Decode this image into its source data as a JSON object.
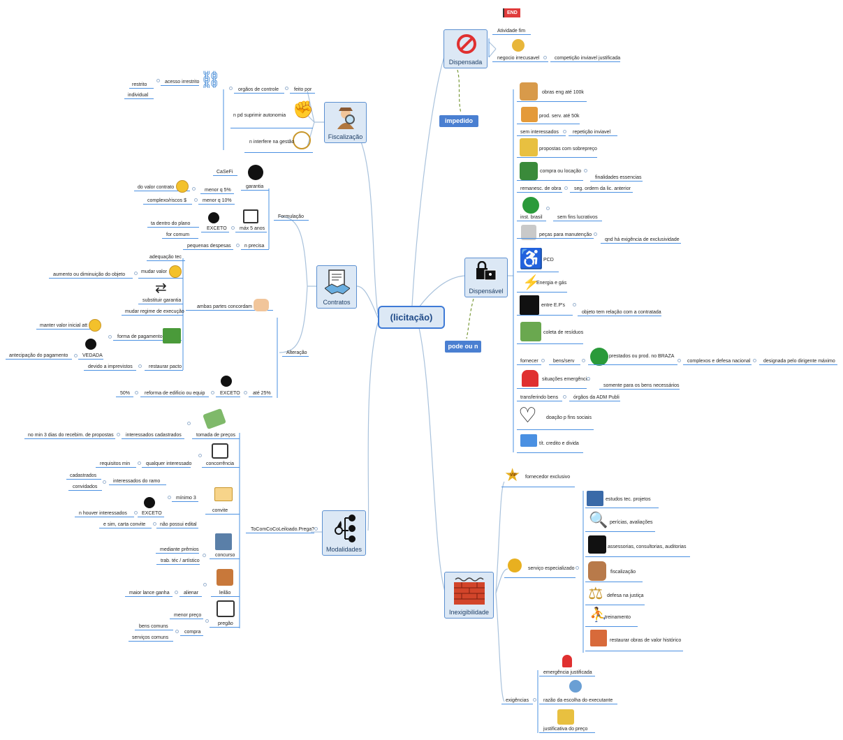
{
  "center": "(licitação)",
  "branches": {
    "dispensada": "Dispensada",
    "dispensavel": "Dispensável",
    "inexigibilidade": "Inexigibilidade",
    "fiscalizacao": "Fiscalização",
    "contratos": "Contratos",
    "modalidades": "Modalidades"
  },
  "tags": {
    "impedido": "impedido",
    "pode_ou_n": "pode ou n"
  },
  "dispensada": {
    "end_flag": "END",
    "atividade_fim": "Atividade fim",
    "negocio": "negocio irrecusavel",
    "competicao": "competição inviavel justificada"
  },
  "dispensavel": {
    "obras": "obras eng até 100k",
    "prod": "prod. serv. até 50k",
    "sem_interessados": "sem interessados",
    "repeticao": "repetição inviavel",
    "propostas": "propostas com sobrepreço",
    "compra": "compra ou locação",
    "finalidades": "finalidades essencias",
    "remanesc": "remanesc. de obra",
    "seg_ordem": "seg. ordem da lic. anterior",
    "inst_brasil": "inst. brasil",
    "sem_fins": "sem fins lucrativos",
    "pecas": "peças para manutenção",
    "qnd": "qnd há exigência de exclusividade",
    "pcd": "PCD",
    "energia": "Energia e gás",
    "entre_eps": "entre E.P's",
    "objeto": "objeto tem relação com a contratada",
    "coleta": "coleta de resíduos",
    "fornecer": "fornecer",
    "bens_serv": "bens/serv",
    "prestados": "prestados ou prod. no BRAZA",
    "complexos": "complexos e defesa nacional",
    "designada": "designada pelo dirigente máximo",
    "situacoes": "situações emergência",
    "somente": "somente para os bens necessários",
    "transferindo": "transferindo bens",
    "orgaos": "órgãos da ADM Publi",
    "doacao": "doação p fins sociais",
    "tit": "tít. credito e divida"
  },
  "inexigibilidade": {
    "fornecedor": "fornecedor exclusivo",
    "vip": "VIP",
    "servico": "serviço especializado",
    "estudos": "estudos tec. projetos",
    "pericias": "perícias, avaliações",
    "assessorias": "assessorias, consultorias, auditorias",
    "fiscalizacao": "fiscalização",
    "defesa": "defesa na justiça",
    "treinamento": "treinamento",
    "restaurar": "restaurar obras de valor histórico",
    "exigencias": "exigências",
    "emergencia": "emergência justificada",
    "razao": "razão da escolha do executante",
    "justificativa": "justificativa do preço"
  },
  "fiscalizacao": {
    "restrito": "restrito",
    "individual": "individual",
    "acesso": "acesso irrestrito",
    "orgaos": "orgãos de controle",
    "feito_por": "feito por",
    "n_pd": "n pd suprimir autonomia",
    "n_interfere": "n interfere na gestão"
  },
  "contratos": {
    "formulacao": "Formulação",
    "casefi": "CaSeFi",
    "garantia": "garantia",
    "do_valor": "do valor contrato",
    "menor5": "menor q 5%",
    "complexo": "complexo/riscos $",
    "menor10": "menor q 10%",
    "ta_dentro": "ta dentro do plano",
    "for_comum": "for comum",
    "exceto": "EXCETO",
    "max5": "máx 5 anos",
    "pequenas": "pequenas despesas",
    "n_precisa": "n precisa",
    "alteracao": "Alteração",
    "adequacao": "adequação tec",
    "aumento": "aumento ou diminuição do objeto",
    "mudar_valor": "mudar valor",
    "substituir": "substituir garantia",
    "mudar_regime": "mudar regime de execução",
    "ambas": "ambas partes concordam",
    "manter": "manter valor inicial att",
    "forma_pagamento": "forma de pagamento",
    "antecipacao": "antecipação do pagamento",
    "vedada": "VEDADA",
    "devido": "devido a imprevistos",
    "restaurar_pacto": "restaurar pacto",
    "cinquenta": "50%",
    "reforma": "reforma de edificio ou equip",
    "exceto2": "EXCETO",
    "ate25": "até 25%"
  },
  "modalidades": {
    "acronym": "ToComCoCoLeiloado.Prega?",
    "no_min": "no min 3 dias do recebim. de propostas",
    "interessados_cad": "interessados cadastrados",
    "tomada": "tomada de preços",
    "requisitos": "requisitos min",
    "qualquer": "qualquer interessado",
    "concorrencia": "concorrência",
    "cadastrados": "cadastrados",
    "interessados_ramo": "interessados do ramo",
    "convidados": "convidados",
    "minimo3": "mínimo 3",
    "exceto": "EXCETO",
    "n_houver": "n houver interessados",
    "e_sim": "e sim, carta convite",
    "nao_possui": "não possui edital",
    "convite": "convite",
    "mediante": "mediante prêmios",
    "trab": "trab. téc / artístico",
    "concurso": "concurso",
    "maior_lance": "maior lance ganha",
    "alienar": "alienar",
    "leilao": "leilão",
    "menor_preco": "menor preço",
    "bens_comuns": "bens comuns",
    "compra": "compra",
    "servicos": "serviços comuns",
    "pregao": "pregão"
  },
  "colors": {
    "link": "#4a90e2",
    "branch": "#a9c2dc",
    "accent": "#3e7ad6",
    "dashed": "#7a9a3a",
    "card_bg": "#dce8f5"
  }
}
